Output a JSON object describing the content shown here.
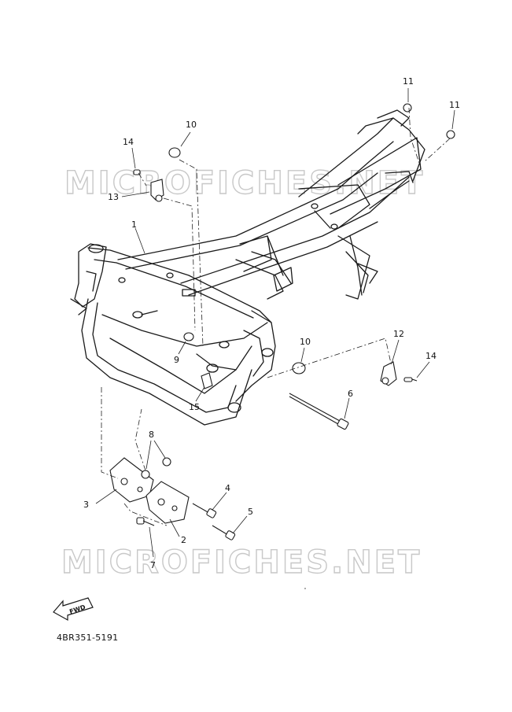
{
  "diagram": {
    "watermark_text": "MICROFICHES.NET",
    "part_code": "4BR351-5191",
    "fwd_label": "FWD",
    "callouts": [
      "1",
      "2",
      "3",
      "4",
      "5",
      "6",
      "7",
      "8",
      "9",
      "10",
      "10",
      "11",
      "11",
      "12",
      "13",
      "14",
      "14",
      "15"
    ]
  }
}
